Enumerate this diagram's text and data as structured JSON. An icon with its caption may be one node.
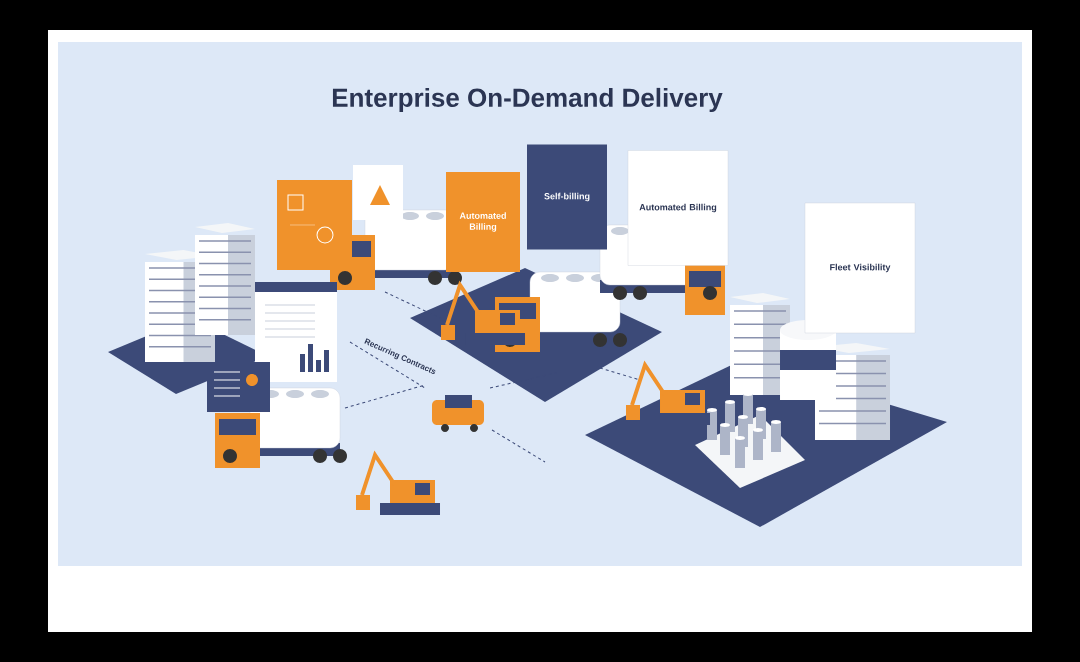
{
  "diagram": {
    "title": "Enterprise On-Demand Delivery",
    "nodes": [
      {
        "text": [
          "Automated Billing"
        ]
      },
      {
        "text": [
          "Self-billing"
        ]
      },
      {
        "text": [
          "Automated Billing"
        ]
      },
      {
        "text": [
          "Fleet Visibility"
        ]
      }
    ],
    "labels": [
      "Recurring Contracts"
    ]
  }
}
